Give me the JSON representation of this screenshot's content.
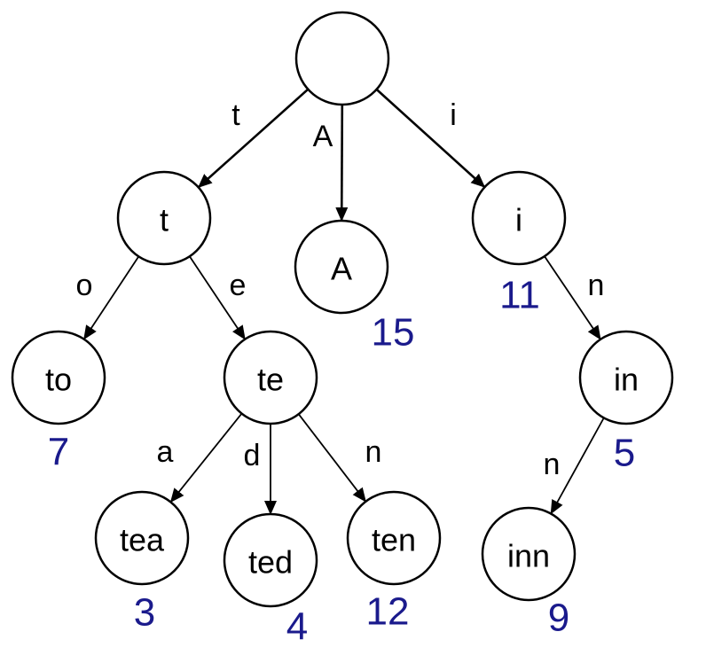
{
  "colors": {
    "value": "#1a1a8c",
    "stroke": "#000000"
  },
  "nodes": [
    {
      "id": "root",
      "label": ""
    },
    {
      "id": "t",
      "label": "t"
    },
    {
      "id": "A",
      "label": "A",
      "value": "15"
    },
    {
      "id": "i",
      "label": "i",
      "value": "11"
    },
    {
      "id": "to",
      "label": "to",
      "value": "7"
    },
    {
      "id": "te",
      "label": "te"
    },
    {
      "id": "in",
      "label": "in",
      "value": "5"
    },
    {
      "id": "tea",
      "label": "tea",
      "value": "3"
    },
    {
      "id": "ted",
      "label": "ted",
      "value": "4"
    },
    {
      "id": "ten",
      "label": "ten",
      "value": "12"
    },
    {
      "id": "inn",
      "label": "inn",
      "value": "9"
    }
  ],
  "edges": [
    {
      "from": "root",
      "to": "t",
      "label": "t"
    },
    {
      "from": "root",
      "to": "A",
      "label": "A"
    },
    {
      "from": "root",
      "to": "i",
      "label": "i"
    },
    {
      "from": "t",
      "to": "to",
      "label": "o"
    },
    {
      "from": "t",
      "to": "te",
      "label": "e"
    },
    {
      "from": "i",
      "to": "in",
      "label": "n"
    },
    {
      "from": "te",
      "to": "tea",
      "label": "a"
    },
    {
      "from": "te",
      "to": "ted",
      "label": "d"
    },
    {
      "from": "te",
      "to": "ten",
      "label": "n"
    },
    {
      "from": "in",
      "to": "inn",
      "label": "n"
    }
  ]
}
